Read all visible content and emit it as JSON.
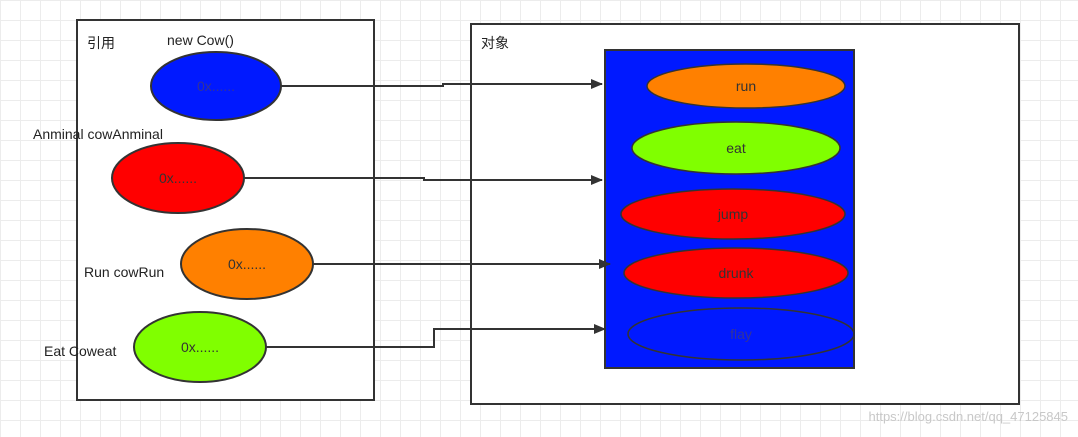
{
  "reference_panel": {
    "title": "引用",
    "items": [
      {
        "name": "new Cow()",
        "address": "0x......",
        "color": "#0019ff"
      },
      {
        "name": "Anminal cowAnminal",
        "address": "0x......",
        "color": "#ff0000"
      },
      {
        "name": "Run cowRun",
        "address": "0x......",
        "color": "#ff8000"
      },
      {
        "name": "Eat Coweat",
        "address": "0x......",
        "color": "#80ff00"
      }
    ]
  },
  "object_panel": {
    "title": "对象",
    "box_color": "#0019ff",
    "methods": [
      {
        "label": "run",
        "color": "#ff8000"
      },
      {
        "label": "eat",
        "color": "#80ff00"
      },
      {
        "label": "jump",
        "color": "#ff0000"
      },
      {
        "label": "drunk",
        "color": "#ff0000"
      },
      {
        "label": "flay",
        "color": "none"
      }
    ]
  },
  "watermark": "https://blog.csdn.net/qq_47125845"
}
